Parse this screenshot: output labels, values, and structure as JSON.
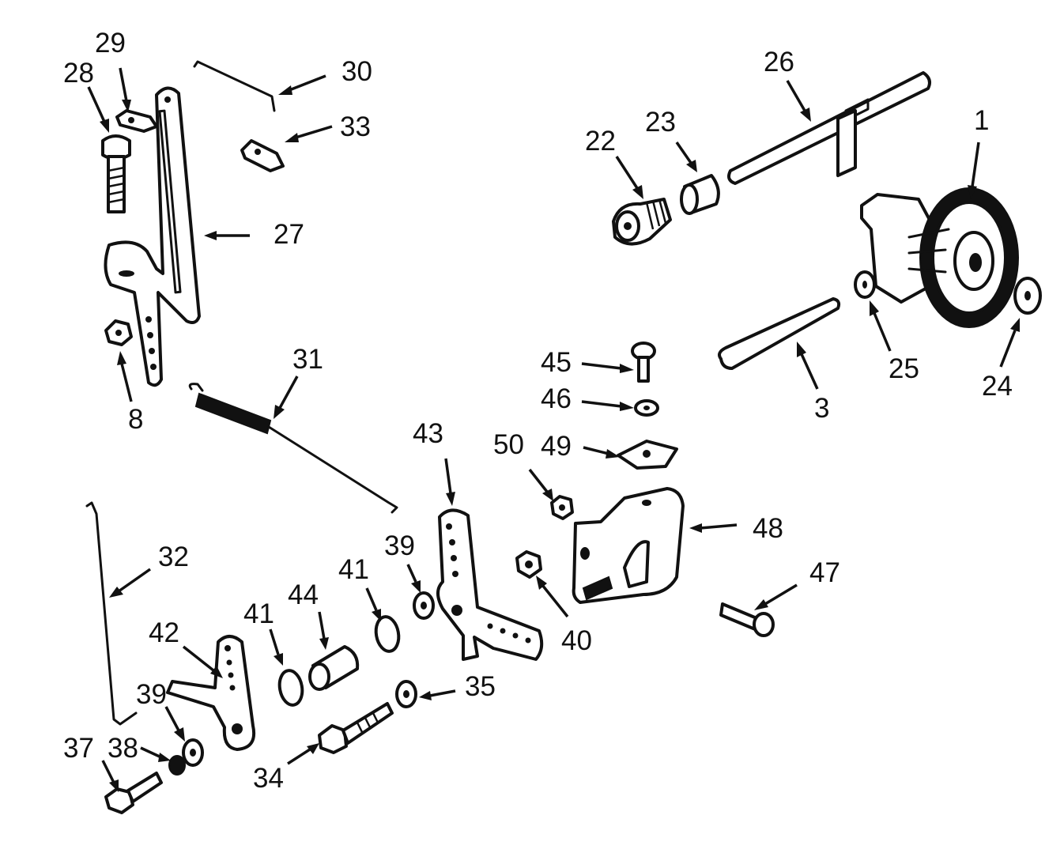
{
  "diagram": {
    "callouts": [
      {
        "id": "c29",
        "text": "29"
      },
      {
        "id": "c28",
        "text": "28"
      },
      {
        "id": "c30",
        "text": "30"
      },
      {
        "id": "c33",
        "text": "33"
      },
      {
        "id": "c27",
        "text": "27"
      },
      {
        "id": "c8",
        "text": "8"
      },
      {
        "id": "c31",
        "text": "31"
      },
      {
        "id": "c26",
        "text": "26"
      },
      {
        "id": "c23",
        "text": "23"
      },
      {
        "id": "c22",
        "text": "22"
      },
      {
        "id": "c1",
        "text": "1"
      },
      {
        "id": "c45",
        "text": "45"
      },
      {
        "id": "c46",
        "text": "46"
      },
      {
        "id": "c3",
        "text": "3"
      },
      {
        "id": "c25",
        "text": "25"
      },
      {
        "id": "c24",
        "text": "24"
      },
      {
        "id": "c43",
        "text": "43"
      },
      {
        "id": "c50",
        "text": "50"
      },
      {
        "id": "c49",
        "text": "49"
      },
      {
        "id": "c48",
        "text": "48"
      },
      {
        "id": "c32",
        "text": "32"
      },
      {
        "id": "c39a",
        "text": "39"
      },
      {
        "id": "c41a",
        "text": "41"
      },
      {
        "id": "c44",
        "text": "44"
      },
      {
        "id": "c41b",
        "text": "41"
      },
      {
        "id": "c42",
        "text": "42"
      },
      {
        "id": "c39b",
        "text": "39"
      },
      {
        "id": "c40",
        "text": "40"
      },
      {
        "id": "c47",
        "text": "47"
      },
      {
        "id": "c35",
        "text": "35"
      },
      {
        "id": "c37",
        "text": "37"
      },
      {
        "id": "c38",
        "text": "38"
      },
      {
        "id": "c34",
        "text": "34"
      }
    ]
  }
}
